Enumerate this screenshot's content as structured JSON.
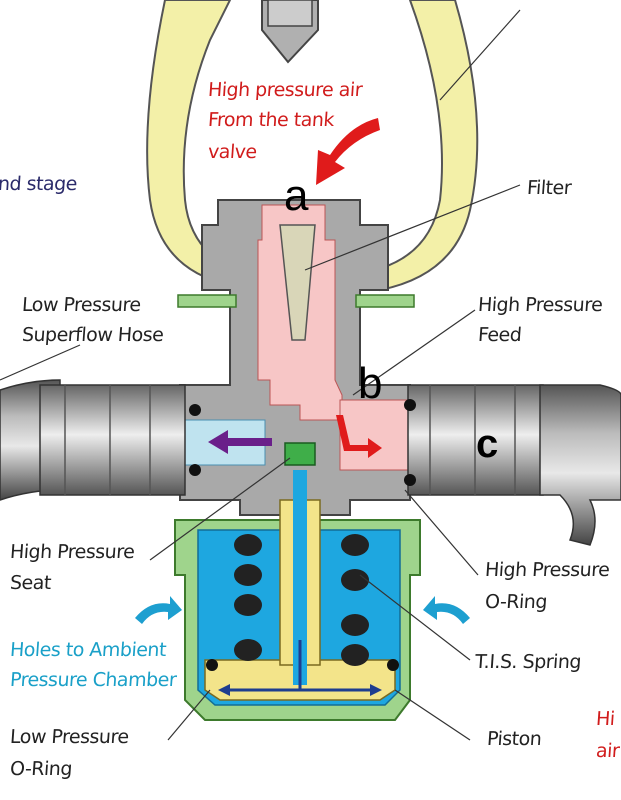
{
  "letters": {
    "a": "a",
    "b": "b",
    "c": "c"
  },
  "labels": {
    "hp_air_1": "High pressure air",
    "hp_air_2": "From the tank",
    "hp_air_3": "valve",
    "second_stage": "nd stage",
    "filter": "Filter",
    "lp_hose_1": "Low Pressure",
    "lp_hose_2": "Superflow Hose",
    "hp_feed_1": "High Pressure",
    "hp_feed_2": "Feed",
    "hp_seat_1": "High Pressure",
    "hp_seat_2": "Seat",
    "hp_oring_1": "High Pressure",
    "hp_oring_2": "O-Ring",
    "holes_1": "Holes to Ambient",
    "holes_2": "Pressure Chamber",
    "tis_spring": "T.I.S. Spring",
    "lp_oring_1": "Low Pressure",
    "lp_oring_2": "O-Ring",
    "piston": "Piston",
    "cut_hi": "Hi",
    "cut_air": "air"
  },
  "colors": {
    "yoke": "#f3f0a8",
    "body": "#a9a9a9",
    "hp_chamber": "#f7c6c6",
    "lp_chamber": "#bfe3ef",
    "spring_chamber": "#1ea7e0",
    "green_seal": "#9fd48c",
    "piston": "#f3e48a",
    "arrow_red": "#e01b1b",
    "arrow_blue": "#1d9fd0",
    "arrow_purple": "#6a1f8a"
  }
}
